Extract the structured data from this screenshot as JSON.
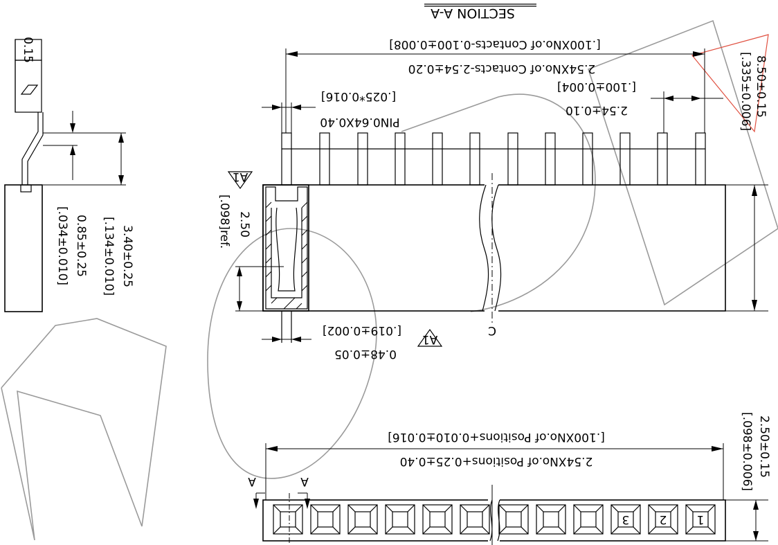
{
  "section_title": "SECTION A-A",
  "tolerance_frame": {
    "symbol": "flatness",
    "value": "0.15"
  },
  "dims": {
    "overall_mm": "2.54XNo.of Contacts-2.54±0.20",
    "overall_in": "[.100XNo.of Contacts-0.100±0.008]",
    "pin_mm": "PIN0.64X0.40",
    "pin_in": "[.025*0.016]",
    "pitch_mm": "2.54±0.10",
    "pitch_in": "[.100±0.004]",
    "height_mm": "8.50±0.15",
    "height_in": "[.335±0.006]",
    "ref_mm": "2.50",
    "ref_in": "[.098]ref.",
    "contact_mm": "0.48±0.05",
    "contact_in": "[.019±0.002]",
    "side_h_mm": "3.40±0.25",
    "side_h_in": "[.134±0.010]",
    "side_off_mm": "0.85±0.25",
    "side_off_in": "[.034±0.010]",
    "bottom_mm": "2.54XNo.of Positions+0.25±0.40",
    "bottom_in": "[.100XNo.of Positions+0.010±0.016]",
    "width_mm": "2.50±0.15",
    "width_in": "[.098±0.006]"
  },
  "markers": {
    "section_a": "A",
    "revision": "A1",
    "centerline": "C"
  },
  "position_numbers": [
    "1",
    "2",
    "3"
  ]
}
